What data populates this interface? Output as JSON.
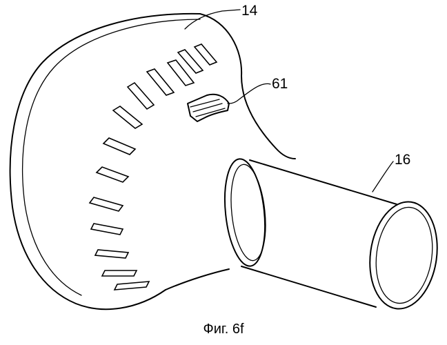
{
  "labels": {
    "part_14": "14",
    "part_61": "61",
    "part_16": "16"
  },
  "caption": "Фиг. 6f"
}
